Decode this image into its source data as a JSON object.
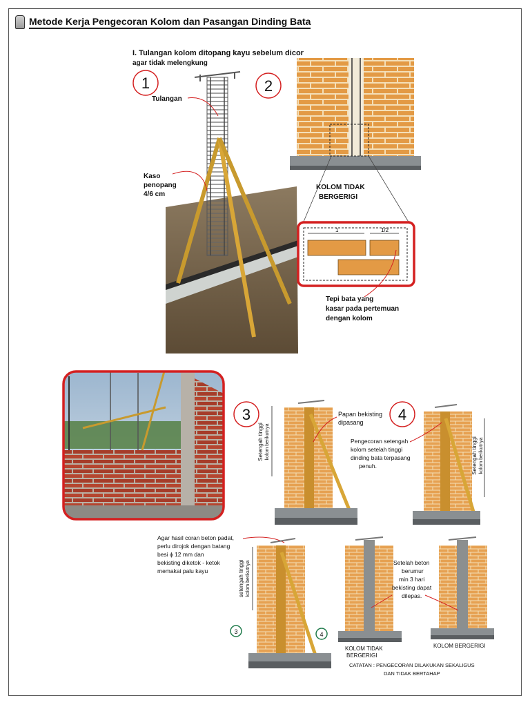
{
  "header": {
    "title": "Metode Kerja Pengecoran Kolom dan Pasangan Dinding Bata"
  },
  "step_numbers": {
    "n1": "1",
    "n2": "2",
    "n3": "3",
    "n4": "4",
    "n3_small": "3",
    "n4_small": "4"
  },
  "panel1": {
    "heading_line1": "I. Tulangan kolom ditopang kayu sebelum dicor",
    "heading_line2": "agar tidak melengkung",
    "label_tulangan": "Tulangan",
    "label_kaso_1": "Kaso",
    "label_kaso_2": "penopang",
    "label_kaso_3": "4/6 cm"
  },
  "panel2": {
    "label_kolom_1": "KOLOM TIDAK",
    "label_kolom_2": "BERGERIGI",
    "dim_full": "1",
    "dim_half": "1/2",
    "note_1": "Tepi bata yang",
    "note_2": "kasar pada pertemuan",
    "note_3": "dengan kolom"
  },
  "panel3": {
    "side_label_1": "Setengah tinggi",
    "side_label_2": "kolom berikutnya",
    "callout_1": "Papan bekisting",
    "callout_2": "dipasang"
  },
  "panel4": {
    "callout_1": "Pengecoran setengah",
    "callout_2": "kolom setelah tinggi",
    "callout_3": "dinding bata terpasang",
    "callout_4": "penuh.",
    "side_label_1": "Setengah tinggi",
    "side_label_2": "kolom berikutnya"
  },
  "panel5": {
    "note_1": "Agar hasil coran beton padat,",
    "note_2": "perlu dirojok dengan batang",
    "note_3": "besi ϕ 12 mm dan",
    "note_4": "bekisting diketok - ketok",
    "note_5": "memakai palu kayu",
    "side_label_1": "setengah tinggi",
    "side_label_2": "kolom berikutnya"
  },
  "panel6": {
    "callout_1": "Setelah beton",
    "callout_2": "berumur",
    "callout_3": "min 3 hari",
    "callout_4": "bekisting dapat",
    "callout_5": "dilepas.",
    "label_left_1": "KOLOM TIDAK",
    "label_left_2": "BERGERIGI",
    "label_right": "KOLOM BERGERIGI",
    "footnote_1": "CATATAN : PENGECORAN DILAKUKAN SEKALIGUS",
    "footnote_2": "DAN TIDAK BERTAHAP"
  },
  "colors": {
    "brick": "#e39a45",
    "mortar": "#f4dfb8",
    "accent_red": "#d42020",
    "timber": "#d8a637",
    "green_circle": "#1e7a4a"
  }
}
